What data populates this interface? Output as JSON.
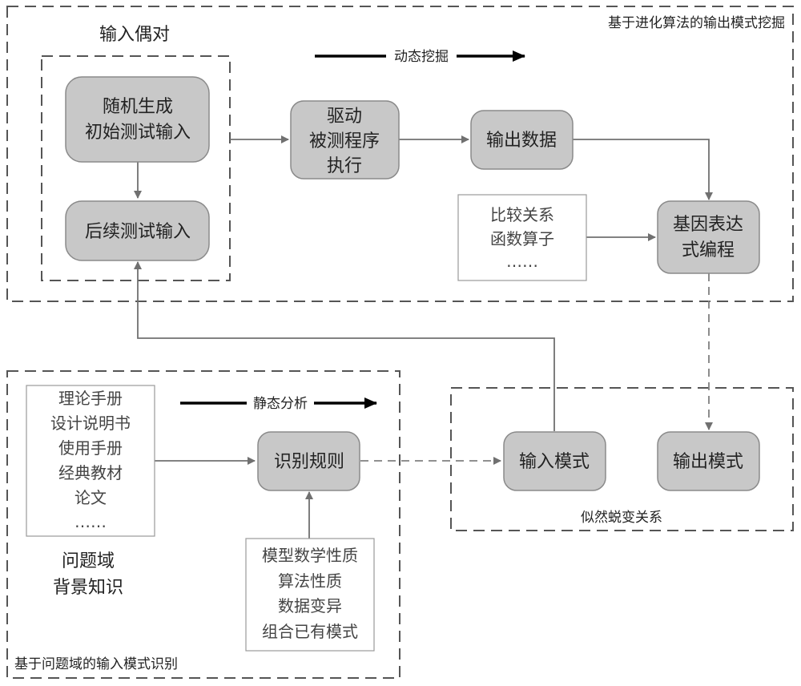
{
  "groups": {
    "evolution": "基于进化算法的输出模式挖掘",
    "input_pair": "输入偶对",
    "problem_domain": "基于问题域的输入模式识别",
    "metamorphic": "似然蜕变关系"
  },
  "flows": {
    "dynamic": "动态挖掘",
    "static": "静态分析"
  },
  "nodes": {
    "random_gen": [
      "随机生成",
      "初始测试输入"
    ],
    "follow_input": "后续测试输入",
    "drive": [
      "驱动",
      "被测程序",
      "执行"
    ],
    "output_data": "输出数据",
    "gep": [
      "基因表达",
      "式编程"
    ],
    "rules": "识别规则",
    "input_pattern": "输入模式",
    "output_pattern": "输出模式"
  },
  "notes": {
    "operators": [
      "比较关系",
      "函数算子",
      "……"
    ],
    "docs": [
      "理论手册",
      "设计说明书",
      "使用手册",
      "经典教材",
      "论文",
      "……"
    ],
    "properties": [
      "模型数学性质",
      "算法性质",
      "数据变异",
      "组合已有模式"
    ],
    "background": [
      "问题域",
      "背景知识"
    ]
  }
}
